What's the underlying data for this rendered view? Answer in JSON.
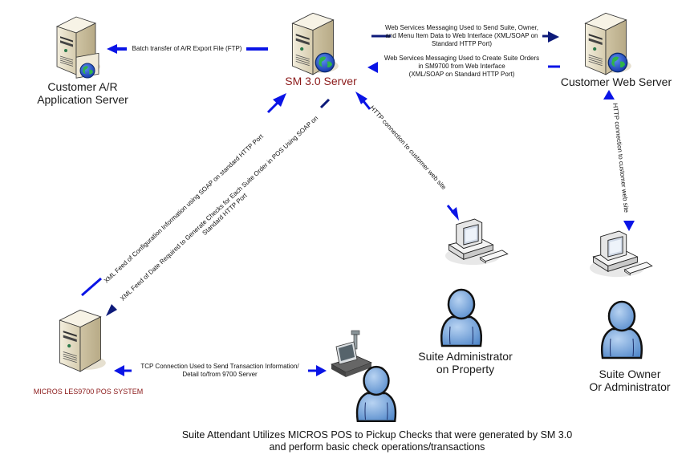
{
  "nodes": {
    "ar_server": {
      "label_line1": "Customer A/R",
      "label_line2": "Application Server"
    },
    "sm_server": {
      "label": "SM 3.0 Server"
    },
    "web_server": {
      "label": "Customer Web Server"
    },
    "pos_system": {
      "label": "MICROS LES9700 POS SYSTEM"
    },
    "suite_admin": {
      "label_line1": "Suite Administrator",
      "label_line2": "on Property"
    },
    "suite_owner": {
      "label_line1": "Suite Owner",
      "label_line2": "Or Administrator"
    },
    "suite_attendant": {
      "caption_line1": "Suite Attendant Utilizes MICROS POS to Pickup Checks that were generated by SM 3.0",
      "caption_line2": "and perform basic check operations/transactions"
    }
  },
  "connections": {
    "batch_ftp": "Batch transfer of A/R Export File (FTP)",
    "ws_send_line1": "Web Services Messaging Used to Send Suite, Owner,",
    "ws_send_line2": "and Menu Item Data to Web Interface (XML/SOAP on",
    "ws_send_line3": "Standard HTTP Port)",
    "ws_create_line1": "Web Services Messaging Used to Create Suite Orders",
    "ws_create_line2": "in SM9700 from Web Interface",
    "ws_create_line3": "(XML/SOAP on Standard HTTP Port)",
    "xml_config": "XML Feed of Configuration Information using SOAP on standard HTTP Port",
    "xml_checks_line1": "XML Feed of Date Required to Generate Checks for Each Suite Order in POS Using SOAP on",
    "xml_checks_line2": "Standard HTTP Port",
    "http_admin": "HTTP connection to customer web site",
    "http_owner": "HTTP connection to customer web site",
    "tcp_line1": "TCP Connection Used to Send Transaction Information/",
    "tcp_line2": "Detail to/from 9700 Server"
  },
  "colors": {
    "arrow_blue": "#0a14e6",
    "arrow_dark": "#0d1a7a",
    "sm_label": "#8b1a1a",
    "server_body": "#e8e0c8",
    "person_fill": "#6f9fd8",
    "globe_blue": "#1e50c8",
    "globe_green": "#1fa83a"
  }
}
